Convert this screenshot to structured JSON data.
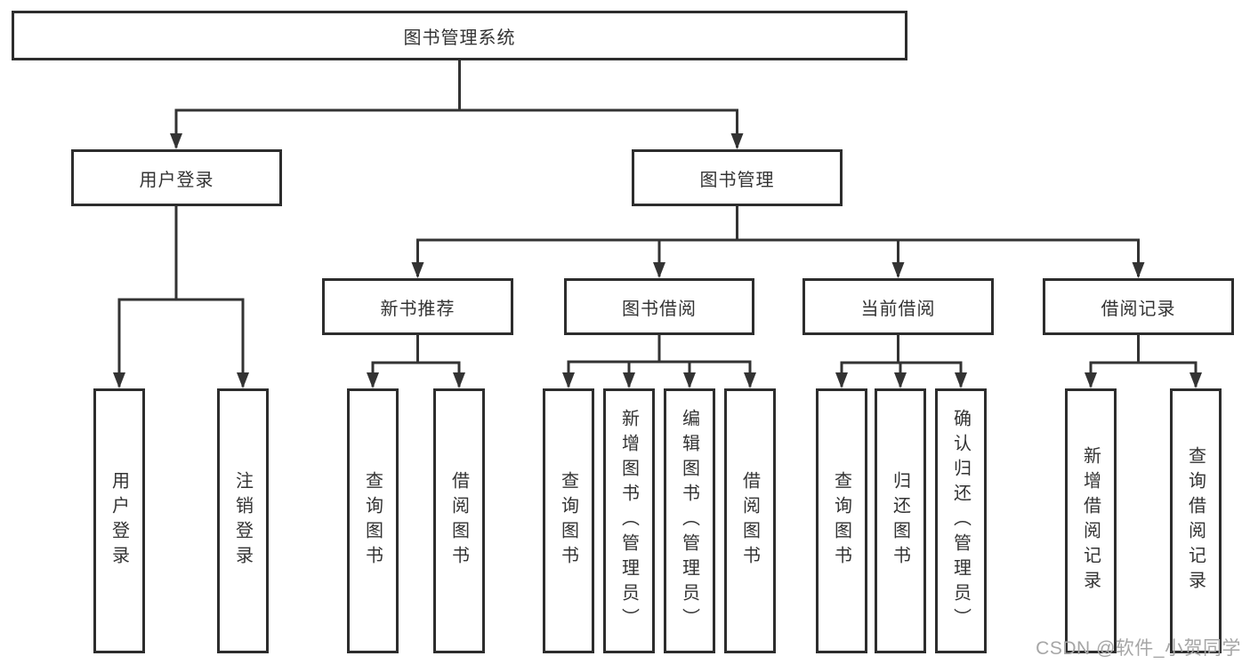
{
  "diagram": {
    "root": {
      "label": "图书管理系统",
      "children": [
        {
          "label": "用户登录",
          "children": [
            {
              "label": "用户登录"
            },
            {
              "label": "注销登录"
            }
          ]
        },
        {
          "label": "图书管理",
          "children": [
            {
              "label": "新书推荐",
              "children": [
                {
                  "label": "查询图书"
                },
                {
                  "label": "借阅图书"
                }
              ]
            },
            {
              "label": "图书借阅",
              "children": [
                {
                  "label": "查询图书"
                },
                {
                  "label": "新增图书（管理员）"
                },
                {
                  "label": "编辑图书（管理员）"
                },
                {
                  "label": "借阅图书"
                }
              ]
            },
            {
              "label": "当前借阅",
              "children": [
                {
                  "label": "查询图书"
                },
                {
                  "label": "归还图书"
                },
                {
                  "label": "确认归还（管理员）"
                }
              ]
            },
            {
              "label": "借阅记录",
              "children": [
                {
                  "label": "新增借阅记录"
                },
                {
                  "label": "查询借阅记录"
                }
              ]
            }
          ]
        }
      ]
    }
  },
  "watermark": {
    "text": "CSDN @软件_小贺同学"
  },
  "colors": {
    "line": "#333333",
    "box_border": "#2d2d2d",
    "text": "#333333",
    "background": "#ffffff",
    "watermark": "#a6a6a6"
  }
}
